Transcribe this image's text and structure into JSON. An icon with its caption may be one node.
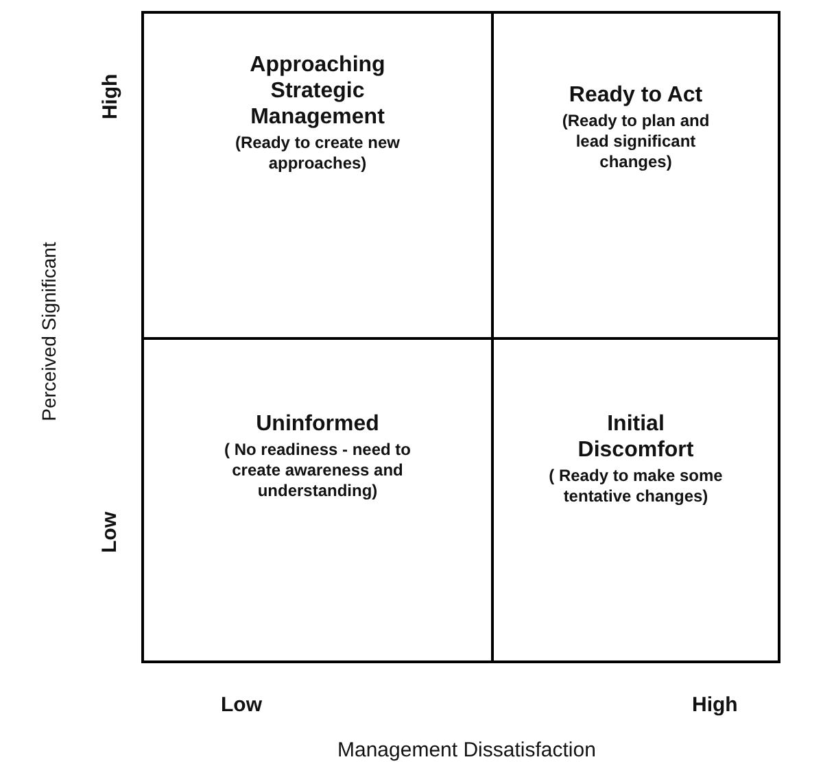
{
  "diagram": {
    "nodes": [
      {
        "text": [
          "Approaching Strategic Management",
          "(Ready to create new approaches)"
        ]
      },
      {
        "text": [
          "Ready to Act",
          "(Ready to plan and lead significant changes)"
        ]
      },
      {
        "text": [
          "Uninformed",
          "( No readiness - need to create awareness and understanding)"
        ]
      },
      {
        "text": [
          "Initial Discomfort",
          "( Ready to make some tentative changes)"
        ]
      }
    ],
    "edges": [],
    "labels": [
      "High",
      "Perceived Significant",
      "Low",
      "Low",
      "High",
      "Management Dissatisfaction"
    ]
  }
}
